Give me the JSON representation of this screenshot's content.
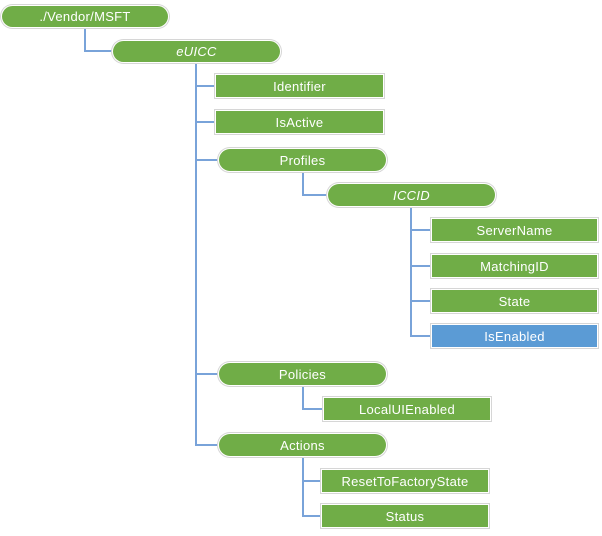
{
  "diagram": {
    "colors": {
      "node_green": "#70AD47",
      "node_blue": "#5B9BD5",
      "connector_blue": "#79A3D9",
      "node_text": "#FFFFFF",
      "background": "#FFFFFF"
    },
    "nodes": [
      {
        "id": "vendor-msft",
        "label": "./Vendor/MSFT",
        "shape": "rounded",
        "fill": "green",
        "italic": false,
        "parent": null
      },
      {
        "id": "euicc",
        "label": "eUICC",
        "shape": "rounded",
        "fill": "green",
        "italic": true,
        "parent": "vendor-msft"
      },
      {
        "id": "identifier",
        "label": "Identifier",
        "shape": "rectangle",
        "fill": "green",
        "italic": false,
        "parent": "euicc"
      },
      {
        "id": "isactive",
        "label": "IsActive",
        "shape": "rectangle",
        "fill": "green",
        "italic": false,
        "parent": "euicc"
      },
      {
        "id": "profiles",
        "label": "Profiles",
        "shape": "rounded",
        "fill": "green",
        "italic": false,
        "parent": "euicc"
      },
      {
        "id": "iccid",
        "label": "ICCID",
        "shape": "rounded",
        "fill": "green",
        "italic": true,
        "parent": "profiles"
      },
      {
        "id": "servername",
        "label": "ServerName",
        "shape": "rectangle",
        "fill": "green",
        "italic": false,
        "parent": "iccid"
      },
      {
        "id": "matchingid",
        "label": "MatchingID",
        "shape": "rectangle",
        "fill": "green",
        "italic": false,
        "parent": "iccid"
      },
      {
        "id": "state",
        "label": "State",
        "shape": "rectangle",
        "fill": "green",
        "italic": false,
        "parent": "iccid"
      },
      {
        "id": "isenabled",
        "label": "IsEnabled",
        "shape": "rectangle",
        "fill": "blue",
        "italic": false,
        "parent": "iccid"
      },
      {
        "id": "policies",
        "label": "Policies",
        "shape": "rounded",
        "fill": "green",
        "italic": false,
        "parent": "euicc"
      },
      {
        "id": "localuienabled",
        "label": "LocalUIEnabled",
        "shape": "rectangle",
        "fill": "green",
        "italic": false,
        "parent": "policies"
      },
      {
        "id": "actions",
        "label": "Actions",
        "shape": "rounded",
        "fill": "green",
        "italic": false,
        "parent": "euicc"
      },
      {
        "id": "resettofactorystate",
        "label": "ResetToFactoryState",
        "shape": "rectangle",
        "fill": "green",
        "italic": false,
        "parent": "actions"
      },
      {
        "id": "status",
        "label": "Status",
        "shape": "rectangle",
        "fill": "green",
        "italic": false,
        "parent": "actions"
      }
    ]
  }
}
